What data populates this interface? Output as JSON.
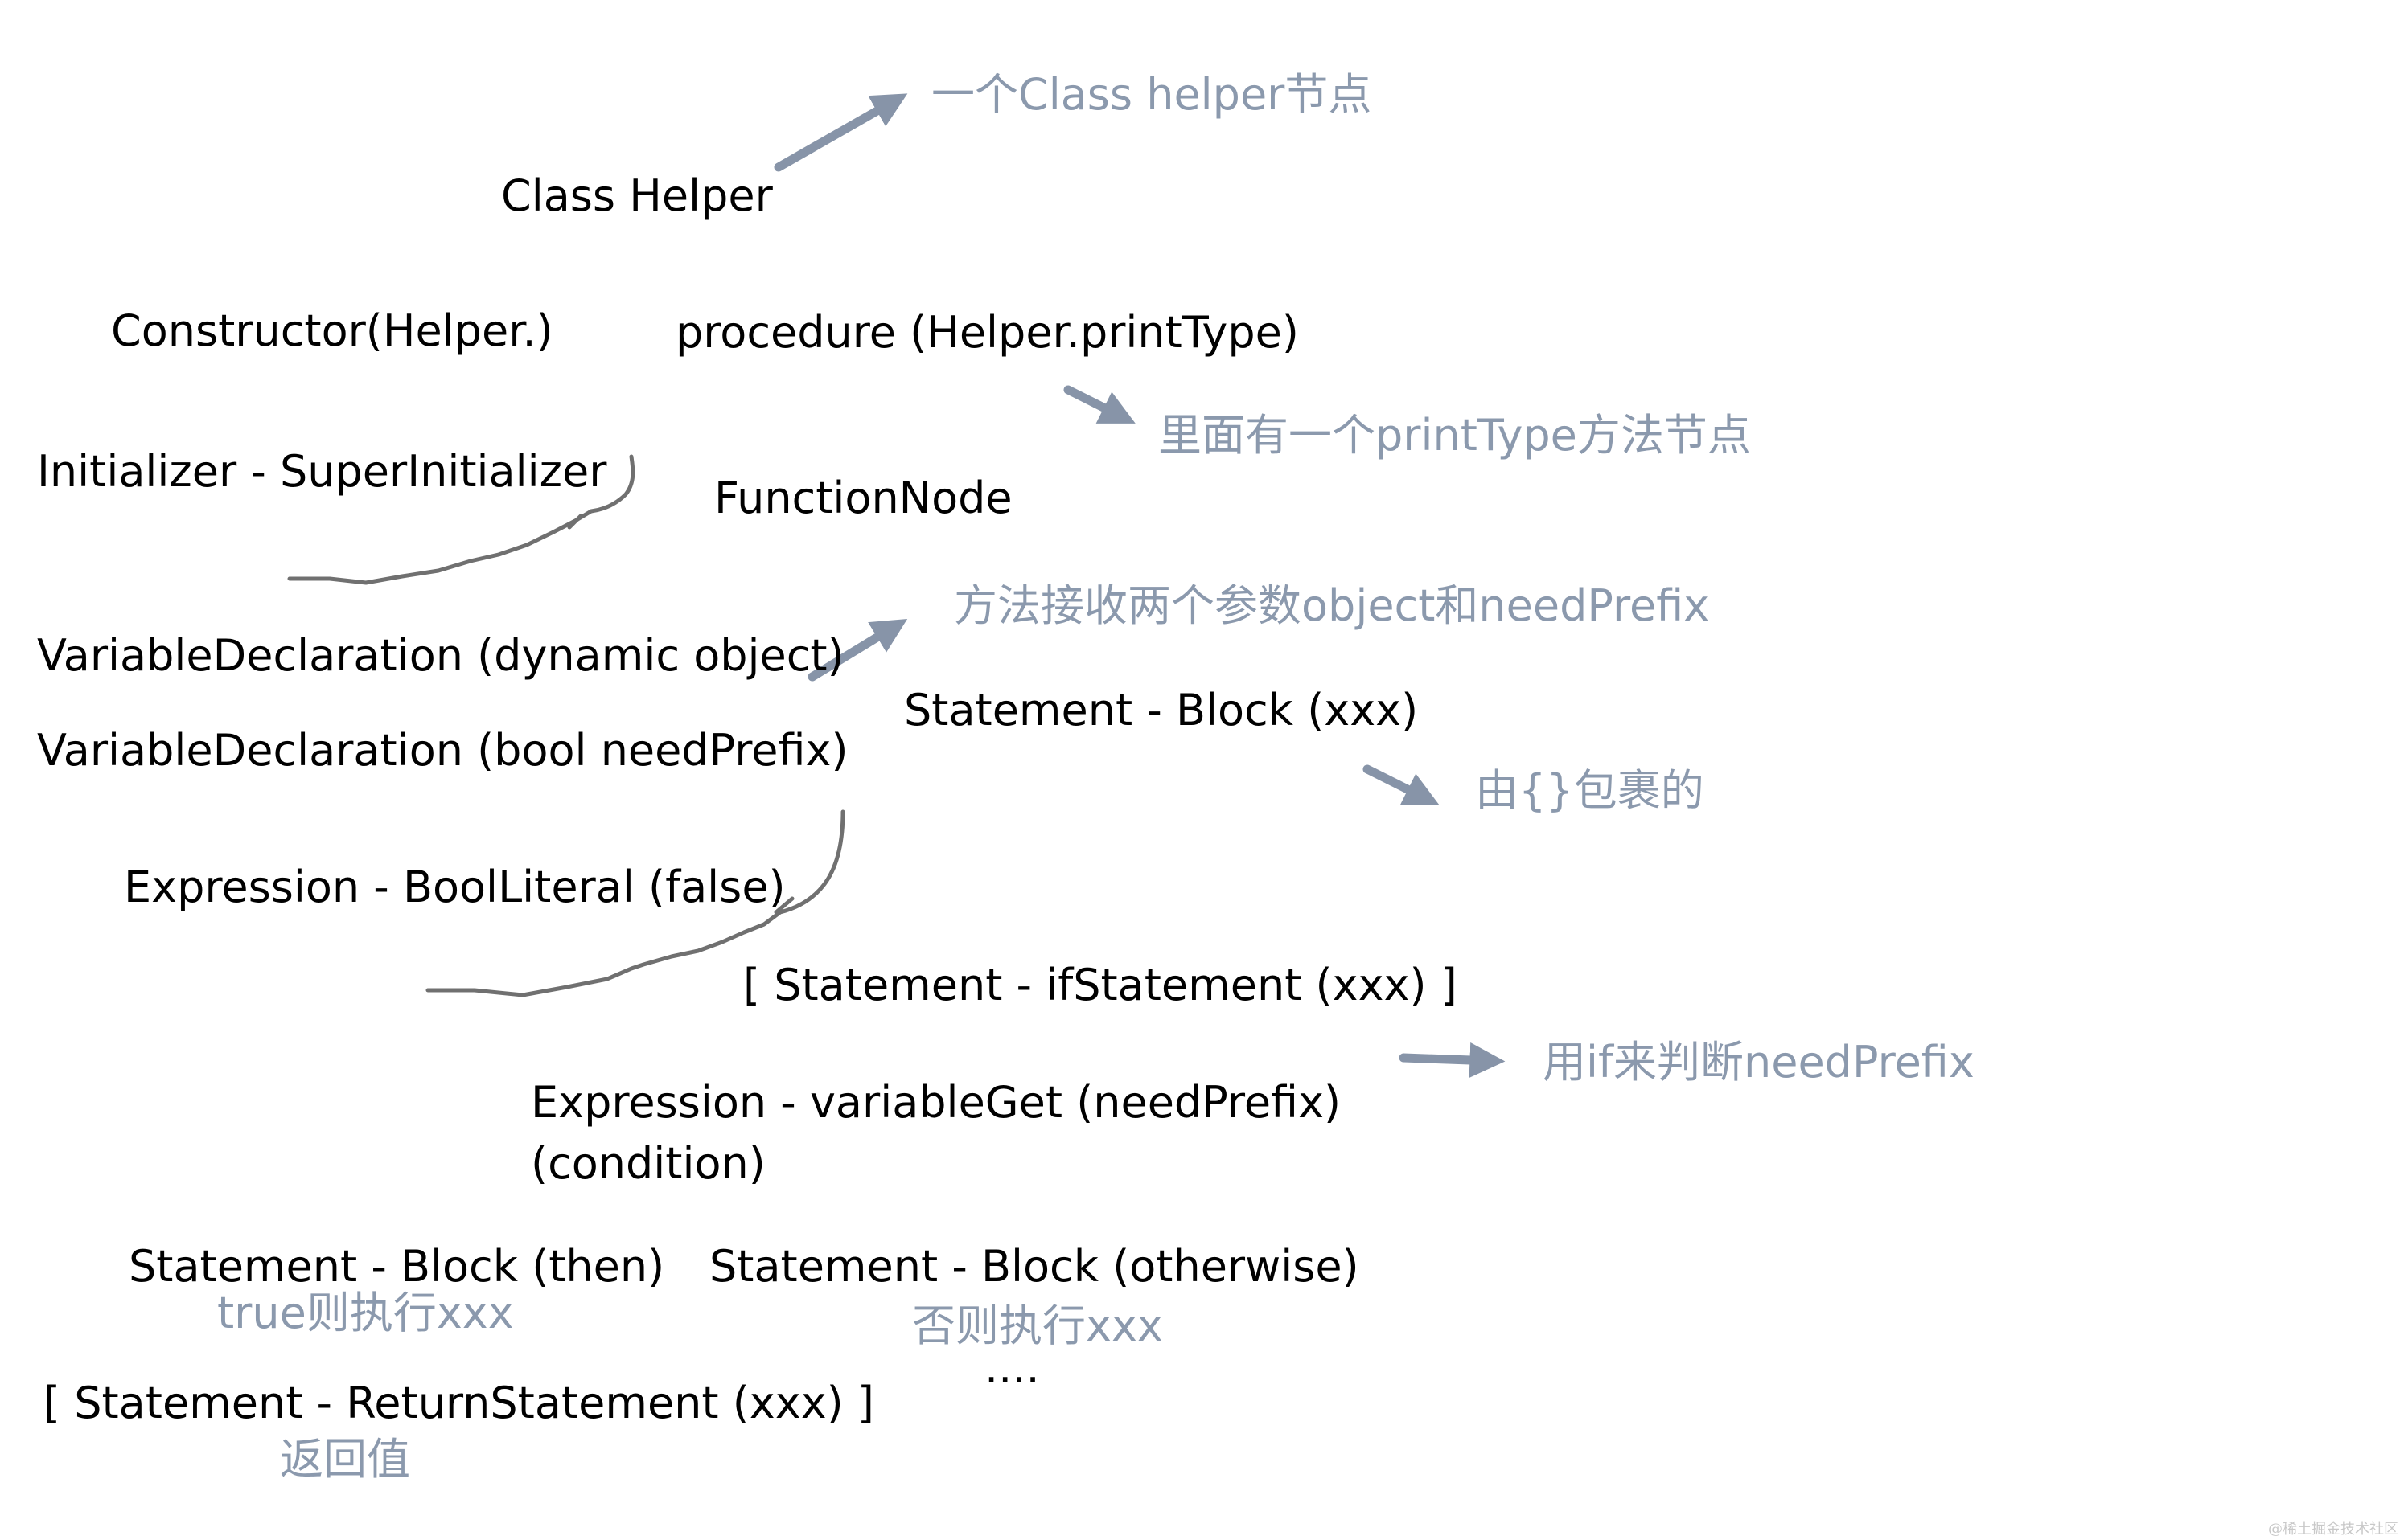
{
  "nodes": {
    "class_helper": "Class Helper",
    "constructor": "Constructor(Helper.)",
    "procedure": "procedure (Helper.printType)",
    "initializer": "Initializer - SuperInitializer",
    "function_node": "FunctionNode",
    "var_object": "VariableDeclaration (dynamic object)",
    "var_need_prefix": "VariableDeclaration (bool needPrefix)",
    "statement_block": "Statement - Block (xxx)",
    "bool_literal": "Expression - BoolLiteral (false)",
    "if_statement": "[ Statement - ifStatement (xxx) ]",
    "variable_get": "Expression - variableGet (needPrefix)",
    "condition": "(condition)",
    "block_then": "Statement - Block (then)",
    "block_otherwise": "Statement - Block (otherwise)",
    "return_statement": "[ Statement - ReturnStatement (xxx) ]",
    "ellipsis": "...."
  },
  "notes": {
    "class_note": "一个Class helper节点",
    "method_note": "里面有一个printType方法节点",
    "params_note": "方法接收两个参数object和needPrefix",
    "block_note": "由{}包裹的",
    "if_note": "用if来判断needPrefix",
    "then_note": "true则执行xxx",
    "otherwise_note": "否则执行xxx",
    "return_note": "返回值"
  },
  "watermark": "@稀土掘金技术社区",
  "colors": {
    "node_text": "#000000",
    "note_text": "#8b99ad",
    "arrow": "#8794a8",
    "brace": "#707070"
  }
}
